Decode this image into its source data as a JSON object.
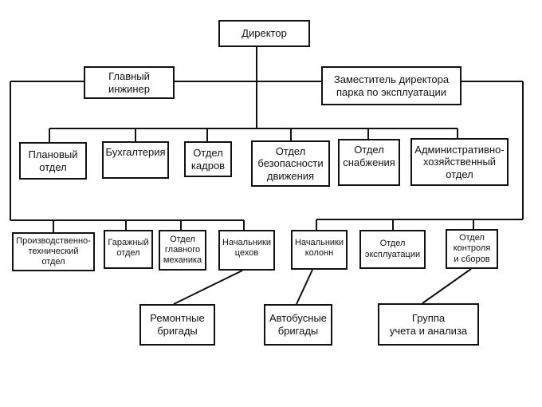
{
  "diagram": {
    "type": "org-chart",
    "line_color": "#111111",
    "box_border_color": "#111111",
    "background": "#ffffff",
    "nodes": {
      "director": "Директор",
      "chief_engineer": "Главный\nинжинер",
      "deputy_director": "Заместитель директора\nпарка по эксплуатации",
      "planning_dept": "Плановый\nотдел",
      "accounting": "Бухгалтерия",
      "hr_dept": "Отдел\nкадров",
      "traffic_safety_dept": "Отдел\nбезопасности\nдвижения",
      "supply_dept": "Отдел\nснабжения",
      "admin_dept": "Административно-\nхозяйственный\nотдел",
      "production_tech_dept": "Производственно-\nтехнический\nотдел",
      "garage_dept": "Гаражный\nотдел",
      "chief_mechanic_dept": "Отдел\nглавного\nмеханика",
      "workshop_heads": "Начальники\nцехов",
      "column_heads": "Начальники\nколонн",
      "operations_dept": "Отдел\nэксплуатации",
      "control_collection_dept": "Отдел\nконтроля\nи сборов",
      "repair_teams": "Ремонтные\nбригады",
      "bus_teams": "Автобусные\nбригады",
      "accounting_analysis_group": "Группа\nучета и анализа"
    },
    "edges": [
      [
        "director",
        "chief_engineer"
      ],
      [
        "director",
        "deputy_director"
      ],
      [
        "director",
        "planning_dept"
      ],
      [
        "director",
        "accounting"
      ],
      [
        "director",
        "hr_dept"
      ],
      [
        "director",
        "traffic_safety_dept"
      ],
      [
        "director",
        "supply_dept"
      ],
      [
        "director",
        "admin_dept"
      ],
      [
        "chief_engineer",
        "production_tech_dept"
      ],
      [
        "chief_engineer",
        "garage_dept"
      ],
      [
        "chief_engineer",
        "chief_mechanic_dept"
      ],
      [
        "chief_engineer",
        "workshop_heads"
      ],
      [
        "deputy_director",
        "column_heads"
      ],
      [
        "deputy_director",
        "operations_dept"
      ],
      [
        "deputy_director",
        "control_collection_dept"
      ],
      [
        "workshop_heads",
        "repair_teams"
      ],
      [
        "column_heads",
        "bus_teams"
      ],
      [
        "control_collection_dept",
        "accounting_analysis_group"
      ]
    ]
  }
}
